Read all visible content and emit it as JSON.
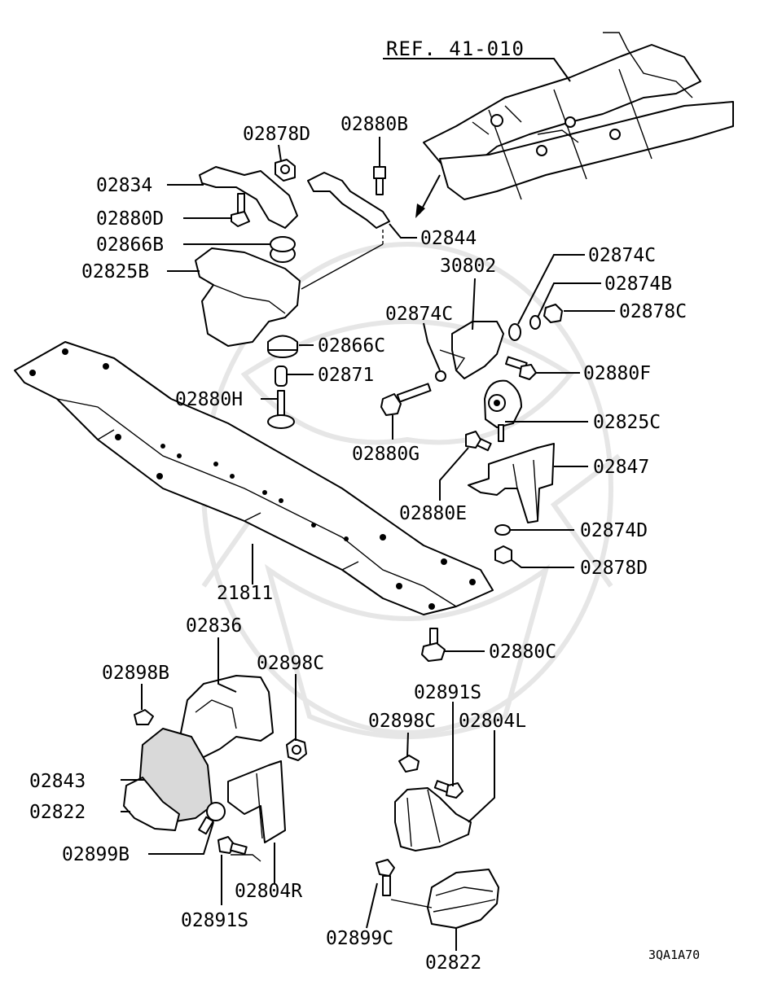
{
  "diagram": {
    "reference": "REF. 41-010",
    "drawing_code": "3QA1A70",
    "labels": {
      "p02878D_top": "02878D",
      "p02880B": "02880B",
      "p02834": "02834",
      "p02880D": "02880D",
      "p02866B": "02866B",
      "p02825B": "02825B",
      "p02844": "02844",
      "p30802": "30802",
      "p02874C_right": "02874C",
      "p02874B": "02874B",
      "p02878C": "02878C",
      "p02874C_left": "02874C",
      "p02866C": "02866C",
      "p02871": "02871",
      "p02880F": "02880F",
      "p02880H": "02880H",
      "p02825C": "02825C",
      "p02880G": "02880G",
      "p02847": "02847",
      "p02880E": "02880E",
      "p02874D": "02874D",
      "p02878D_bottom": "02878D",
      "p21811": "21811",
      "p02836": "02836",
      "p02880C": "02880C",
      "p02898B": "02898B",
      "p02898C_left": "02898C",
      "p02891S_right": "02891S",
      "p02898C_right": "02898C",
      "p02804L": "02804L",
      "p02843": "02843",
      "p02822_left": "02822",
      "p02899B": "02899B",
      "p02804R": "02804R",
      "p02891S_left": "02891S",
      "p02899C": "02899C",
      "p02822_bottom": "02822"
    }
  }
}
